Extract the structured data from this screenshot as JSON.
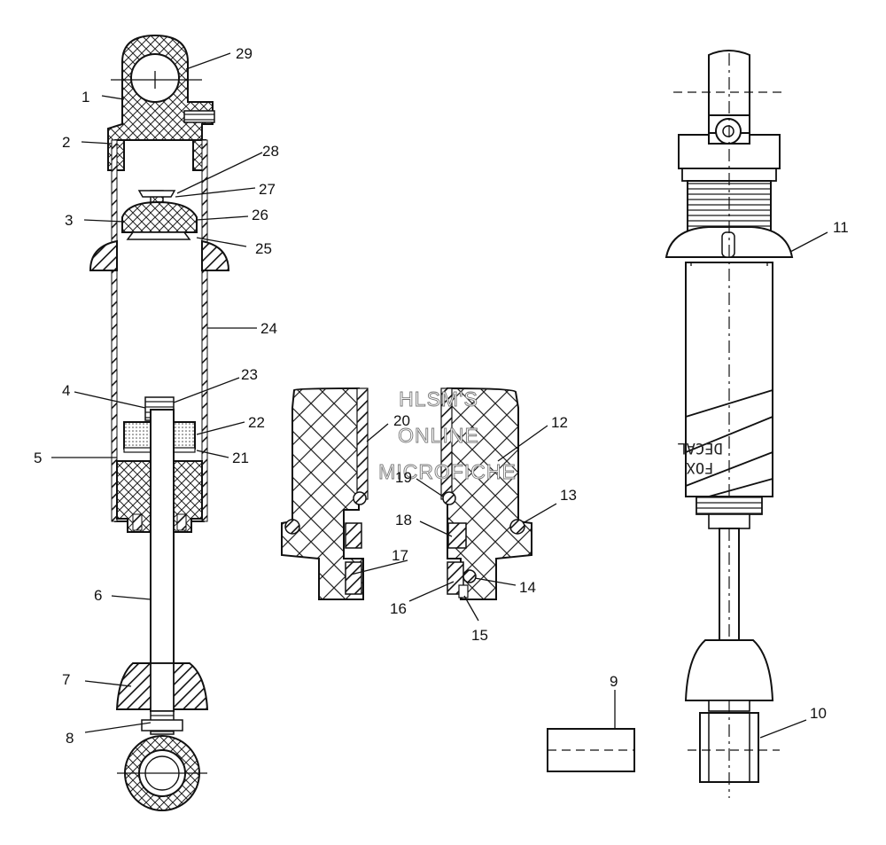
{
  "watermark": [
    "HLSM'S",
    "ONLINE",
    "MICROFICHE"
  ],
  "decal_text": [
    "DECAL",
    "FOX"
  ],
  "callouts": [
    "29",
    "1",
    "2",
    "28",
    "27",
    "3",
    "26",
    "25",
    "24",
    "23",
    "4",
    "22",
    "5",
    "21",
    "6",
    "7",
    "8",
    "20",
    "12",
    "19",
    "13",
    "18",
    "17",
    "14",
    "16",
    "15",
    "11",
    "9",
    "10"
  ]
}
